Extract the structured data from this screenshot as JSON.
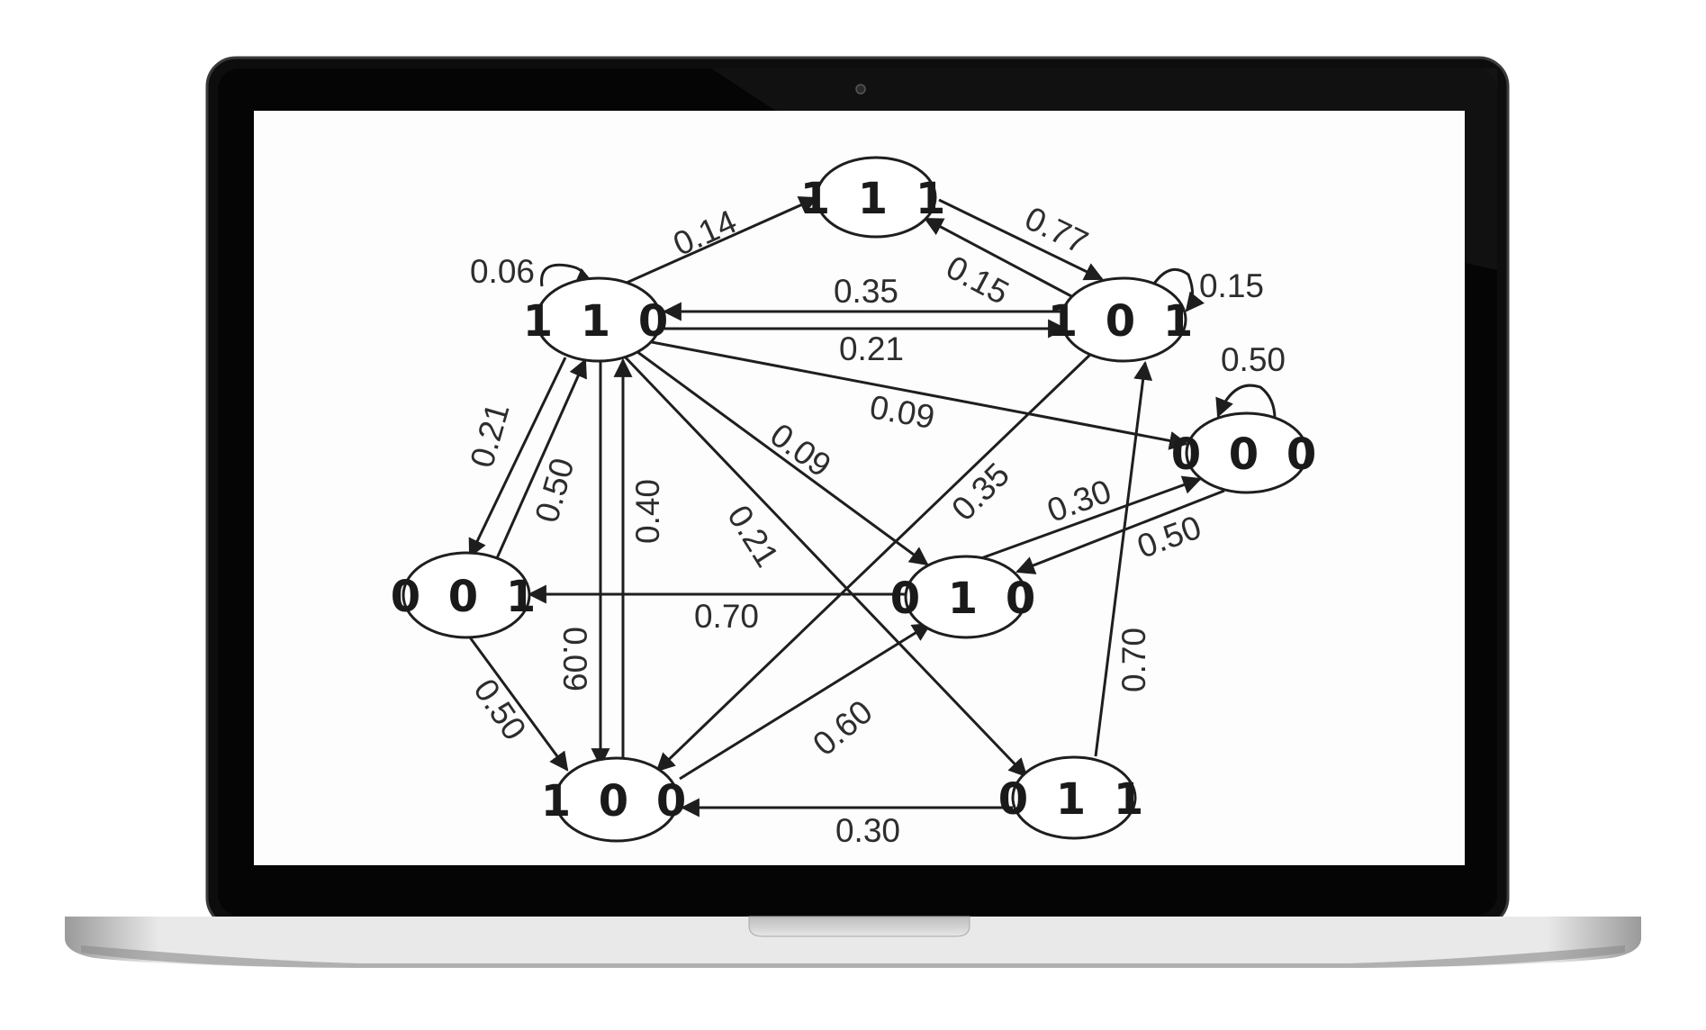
{
  "diagram": {
    "nodes": [
      {
        "id": "111",
        "label": "1 1 1"
      },
      {
        "id": "110",
        "label": "1 1 0"
      },
      {
        "id": "101",
        "label": "1 0 1"
      },
      {
        "id": "000",
        "label": "0 0 0"
      },
      {
        "id": "001",
        "label": "0 0 1"
      },
      {
        "id": "010",
        "label": "0 1 0"
      },
      {
        "id": "100",
        "label": "1 0 0"
      },
      {
        "id": "011",
        "label": "0 1 1"
      }
    ],
    "edges": [
      {
        "from": "110",
        "to": "111",
        "label": "0.14"
      },
      {
        "from": "111",
        "to": "101",
        "label": "0.77"
      },
      {
        "from": "101",
        "to": "111",
        "label": "0.15"
      },
      {
        "from": "110",
        "to": "110",
        "label": "0.06"
      },
      {
        "from": "101",
        "to": "101",
        "label": "0.15"
      },
      {
        "from": "000",
        "to": "000",
        "label": "0.50"
      },
      {
        "from": "101",
        "to": "110",
        "label": "0.35"
      },
      {
        "from": "110",
        "to": "101",
        "label": "0.21"
      },
      {
        "from": "110",
        "to": "000",
        "label": "0.09"
      },
      {
        "from": "110",
        "to": "010",
        "label": "0.09"
      },
      {
        "from": "110",
        "to": "011",
        "label": "0.21"
      },
      {
        "from": "101",
        "to": "100",
        "label": "0.35"
      },
      {
        "from": "110",
        "to": "001",
        "label": "0.21"
      },
      {
        "from": "001",
        "to": "110",
        "label": "0.50"
      },
      {
        "from": "100",
        "to": "110",
        "label": "0.40"
      },
      {
        "from": "110",
        "to": "100",
        "label": "0.09"
      },
      {
        "from": "010",
        "to": "000",
        "label": "0.30"
      },
      {
        "from": "000",
        "to": "010",
        "label": "0.50"
      },
      {
        "from": "010",
        "to": "001",
        "label": "0.70"
      },
      {
        "from": "001",
        "to": "100",
        "label": "0.50"
      },
      {
        "from": "100",
        "to": "010",
        "label": "0.60"
      },
      {
        "from": "011",
        "to": "101",
        "label": "0.70"
      },
      {
        "from": "011",
        "to": "100",
        "label": "0.30"
      }
    ]
  }
}
